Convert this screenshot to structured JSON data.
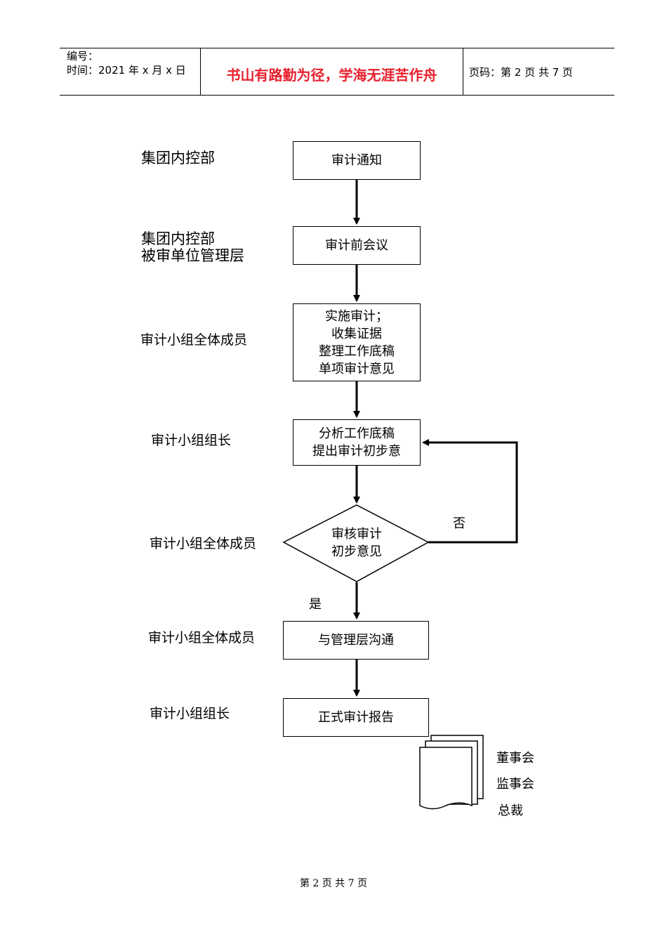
{
  "header": {
    "number_label": "编号：",
    "time_label": "时间：2021 年 x 月 x 日",
    "motto": "书山有路勤为径，学海无涯苦作舟",
    "page_label": "页码：第 2 页  共 7 页"
  },
  "roles": [
    {
      "lines": [
        "集团内控部"
      ]
    },
    {
      "lines": [
        "集团内控部",
        "被审单位管理层"
      ]
    },
    {
      "lines": [
        "审计小组全体成员"
      ]
    },
    {
      "lines": [
        "审计小组组长"
      ]
    },
    {
      "lines": [
        "审计小组全体成员"
      ]
    },
    {
      "lines": [
        "审计小组全体成员"
      ]
    },
    {
      "lines": [
        "审计小组组长"
      ]
    }
  ],
  "steps": [
    {
      "lines": [
        "审计通知"
      ]
    },
    {
      "lines": [
        "审计前会议"
      ]
    },
    {
      "lines": [
        "实施审计；",
        "收集证据",
        "整理工作底稿",
        "单项审计意见"
      ]
    },
    {
      "lines": [
        "分析工作底稿",
        "提出审计初步意"
      ]
    },
    {
      "lines": [
        "与管理层沟通"
      ]
    },
    {
      "lines": [
        "正式审计报告"
      ]
    }
  ],
  "decision": {
    "lines": [
      "审核审计",
      "初步意见"
    ],
    "no_label": "否",
    "yes_label": "是"
  },
  "recipients": [
    "董事会",
    "监事会",
    "总裁"
  ],
  "footer": "第 2 页 共 7 页"
}
